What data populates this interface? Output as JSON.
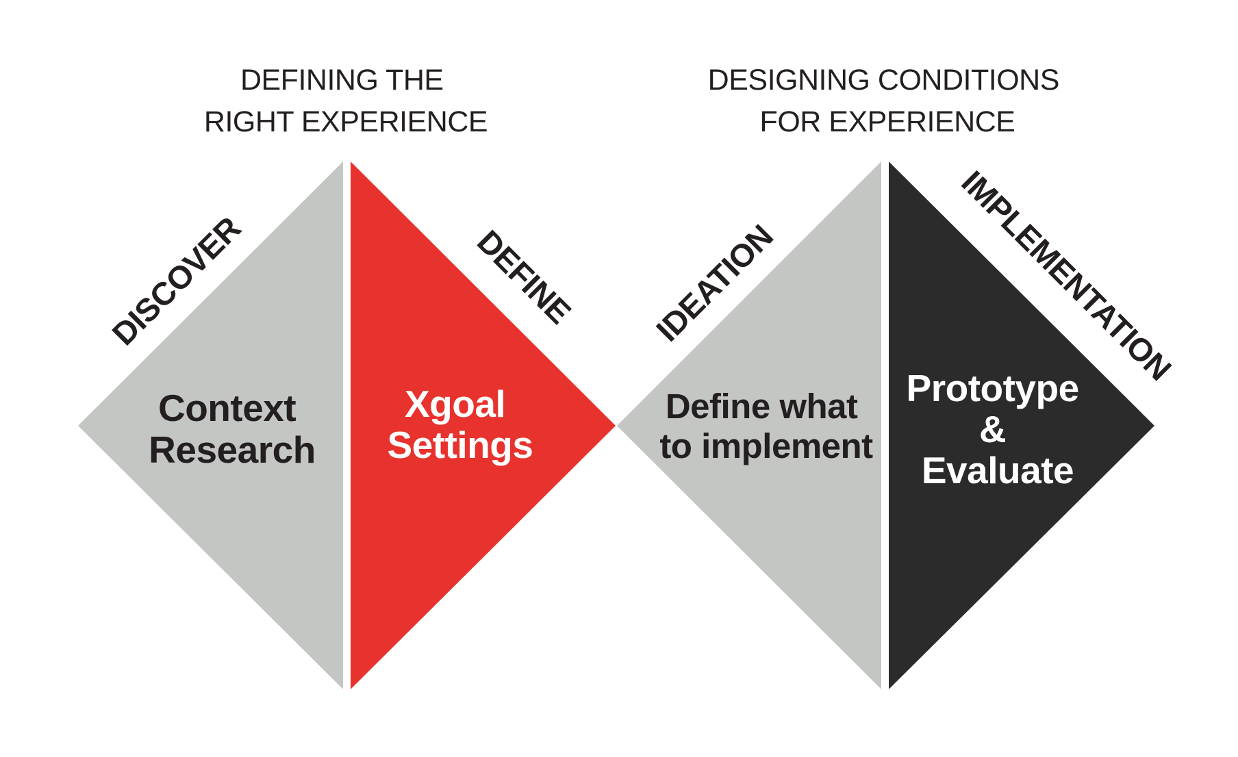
{
  "headers": {
    "left": [
      "DEFINING THE",
      "RIGHT EXPERIENCE"
    ],
    "right": [
      "DESIGNING CONDITIONS",
      "FOR EXPERIENCE"
    ]
  },
  "phases": {
    "discover": "DISCOVER",
    "define": "DEFINE",
    "ideation": "IDEATION",
    "implementation": "IMPLEMENTATION"
  },
  "content": {
    "discover": [
      "Context",
      "Research"
    ],
    "define": [
      "Xgoal",
      "Settings"
    ],
    "ideation": [
      "Define what",
      "to implement"
    ],
    "implementation": [
      "Prototype",
      "&",
      "Evaluate"
    ]
  },
  "colors": {
    "grey": "#c4c6c3",
    "red": "#e8322d",
    "dark": "#2b2b2b",
    "text": "#231f20"
  }
}
